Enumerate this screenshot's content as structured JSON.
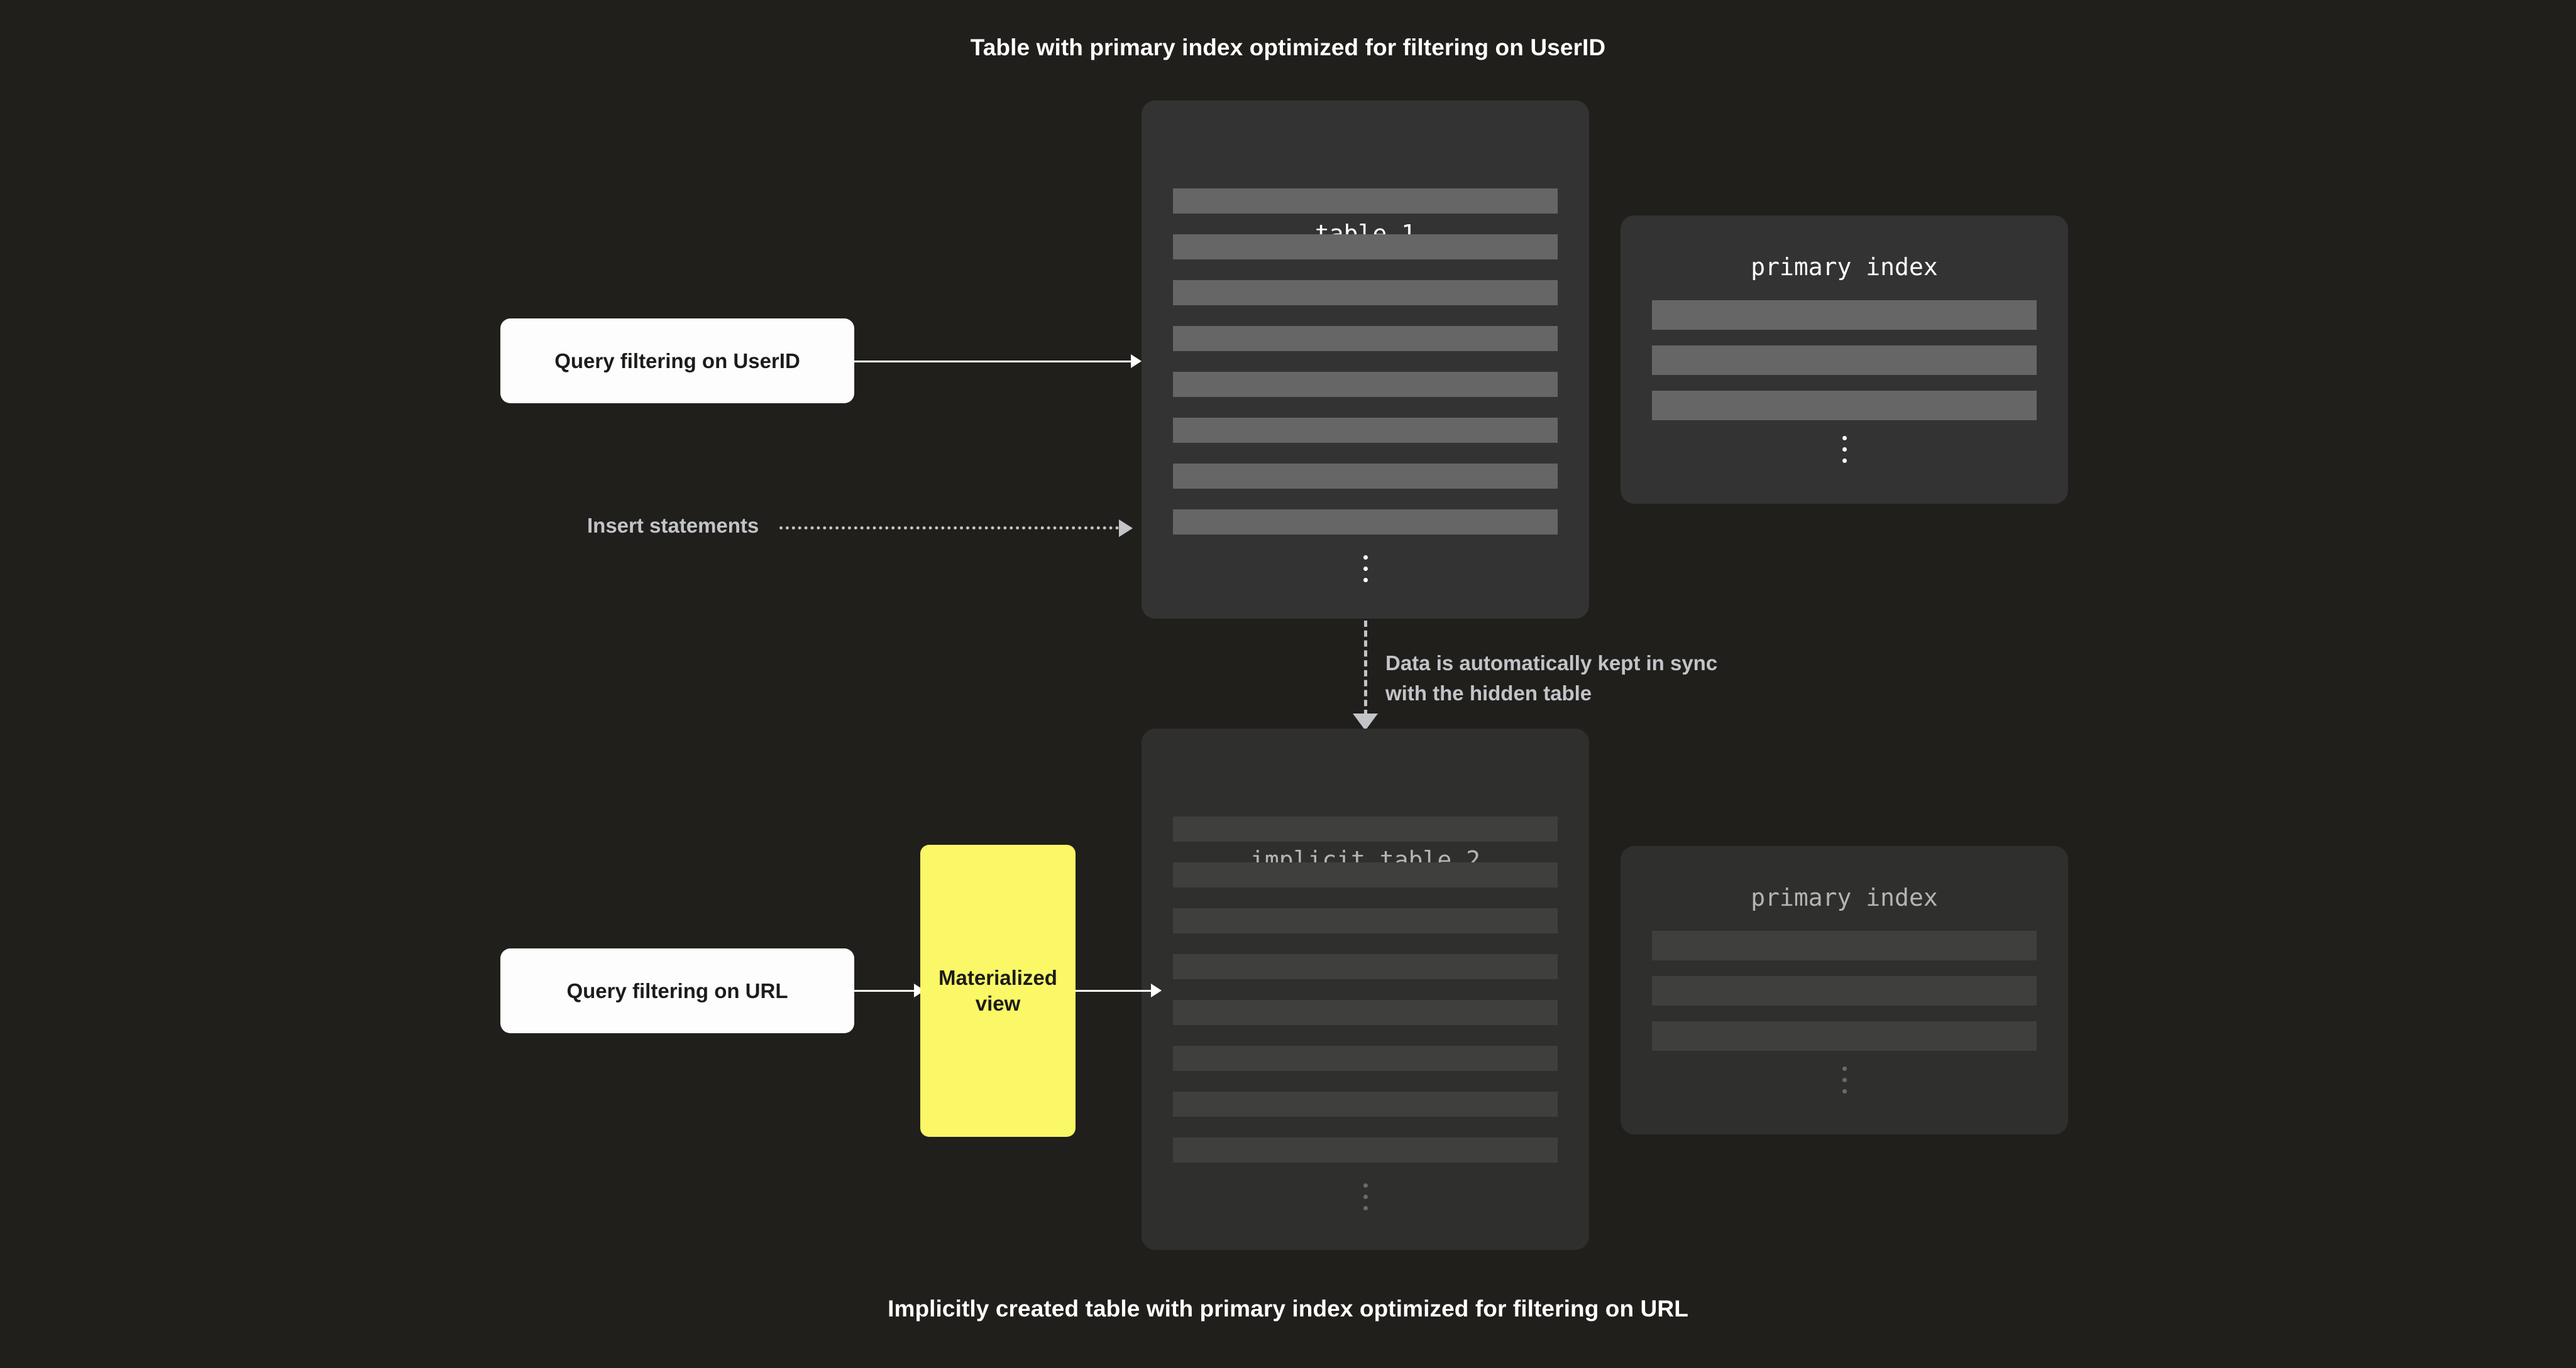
{
  "diagram": {
    "background_color": "#201f1c",
    "accent_color": "#faf866",
    "captions": {
      "top": "Table with primary index optimized for filtering on UserID",
      "bottom": "Implicitly created table with primary index optimized for filtering on URL"
    },
    "nodes": {
      "table1": {
        "title": "table 1",
        "row_count": 8,
        "has_ellipsis": true,
        "style": "bright"
      },
      "primary_index_top": {
        "title": "primary index",
        "row_count": 3,
        "has_ellipsis": true,
        "style": "bright"
      },
      "table2": {
        "title": "implicit table 2",
        "row_count": 8,
        "has_ellipsis": true,
        "style": "faded"
      },
      "primary_index_bottom": {
        "title": "primary index",
        "row_count": 3,
        "has_ellipsis": true,
        "style": "faded"
      },
      "query_userid": {
        "label": "Query filtering on UserID"
      },
      "query_url": {
        "label": "Query filtering on URL"
      },
      "materialized_view": {
        "label": "Materialized view"
      }
    },
    "edges": {
      "insert_statements": {
        "label": "Insert statements",
        "style": "dotted"
      },
      "sync_note": {
        "line1": "Data is automatically kept in sync",
        "line2": "with the hidden table",
        "style": "dashed"
      }
    }
  }
}
